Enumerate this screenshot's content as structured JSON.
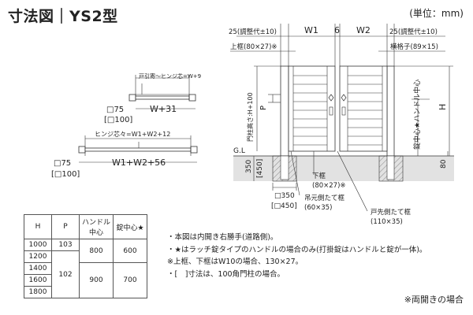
{
  "title": "寸法図｜YS2型",
  "unit": "(単位：mm)",
  "small_diagram": {
    "top_label": "戸引寄〜ヒンジ芯=W+9",
    "post1": "□75",
    "post1_alt": "[□100]",
    "dim1": "W+31",
    "middle_label": "ヒンジ芯々=W1+W2+12",
    "post2": "□75",
    "post2_alt": "[□100]",
    "dim2": "W1+W2+56"
  },
  "main_diagram": {
    "adj_left": "25(調整代±10)",
    "adj_right": "25(調整代±10)",
    "w1": "W1",
    "gap": "6",
    "w2": "W2",
    "top_frame": "上框(80×27)※",
    "slat": "横格子(89×15)",
    "p": "P",
    "post_height": "門柱高さ:H+100",
    "h": "H",
    "handle_center": "錠中心★ハンドル中心",
    "gl": "G.L",
    "depth": "350",
    "depth_alt": "[450]",
    "clearance": "80",
    "bottom_frame": "下框",
    "bottom_frame_size": "(80×27)※",
    "hinge_frame": "吊元側たて框",
    "hinge_frame_size": "(60×35)",
    "door_edge_frame": "戸先側たて框",
    "door_edge_frame_size": "(110×35)",
    "footing": "□350",
    "footing_alt": "[□450]"
  },
  "table": {
    "headers": [
      "H",
      "P",
      "ハンドル中心",
      "錠中心★"
    ],
    "rows": [
      [
        "1000",
        "103",
        "800",
        "600"
      ],
      [
        "1200",
        "",
        "",
        ""
      ],
      [
        "1400",
        "102",
        "900",
        "700"
      ],
      [
        "1600",
        "",
        "",
        ""
      ],
      [
        "1800",
        "",
        "",
        ""
      ]
    ]
  },
  "notes": [
    "・本図は内開き右勝手(道路側)。",
    "・★はラッチ錠タイプのハンドルの場合のみ(打掛錠はハンドルと錠が一体)。",
    "※上框、下框はW10の場合、130×27。",
    "・[　]寸法は、100角門柱の場合。"
  ],
  "footnote": "※両開きの場合",
  "colors": {
    "line": "#333333",
    "hatch": "#999999",
    "ground": "#dcdcdc"
  }
}
